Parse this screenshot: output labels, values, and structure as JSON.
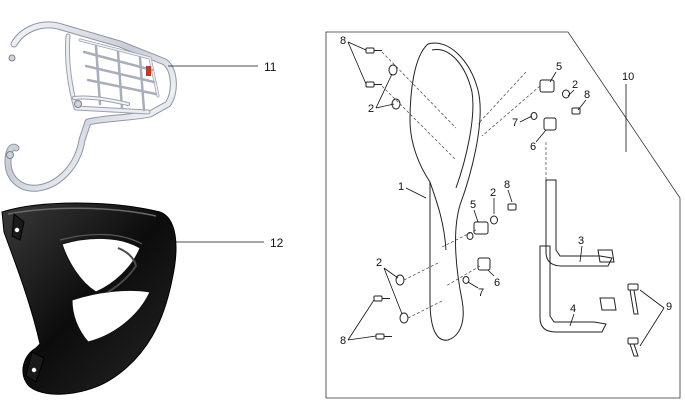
{
  "left_parts": {
    "rack_label": "11",
    "backrest_label": "12"
  },
  "exploded_view": {
    "callouts": {
      "c1": "1",
      "c2_top": "2",
      "c2_top_right": "2",
      "c2_mid": "2",
      "c2_left": "2",
      "c3": "3",
      "c4": "4",
      "c5_top": "5",
      "c5_mid": "5",
      "c6_top": "6",
      "c6_mid": "6",
      "c7_top": "7",
      "c7_mid": "7",
      "c8_top_left": "8",
      "c8_top_right": "8",
      "c8_mid": "8",
      "c8_bottom_left": "8",
      "c9": "9",
      "c10": "10"
    }
  }
}
